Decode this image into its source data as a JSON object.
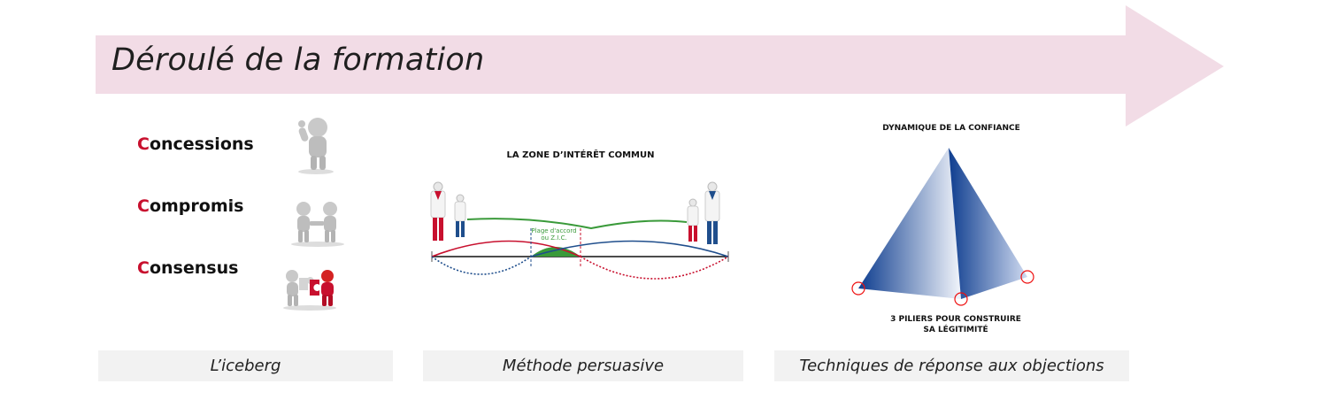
{
  "banner": {
    "title": "Déroulé de la formation"
  },
  "panel1": {
    "items": [
      {
        "initial": "C",
        "rest": "oncessions"
      },
      {
        "initial": "C",
        "rest": "ompromis"
      },
      {
        "initial": "C",
        "rest": "onsensus"
      }
    ],
    "caption": "L’iceberg"
  },
  "panel2": {
    "title": "LA ZONE D’INTÉRÊT COMMUN",
    "zone_label_1": "Plage d'accord",
    "zone_label_2": "ou Z.I.C.",
    "caption": "Méthode persuasive"
  },
  "panel3": {
    "title": "DYNAMIQUE DE LA CONFIANCE",
    "subtitle_1": "3 PILIERS POUR CONSTRUIRE",
    "subtitle_2": "SA LÉGITIMITÉ",
    "caption": "Techniques de réponse aux objections"
  },
  "colors": {
    "banner": "#f2dce6",
    "red": "#c8102e",
    "blue": "#1f4e8c",
    "green": "#3a9a3a",
    "caption_bg": "#f2f2f2"
  }
}
